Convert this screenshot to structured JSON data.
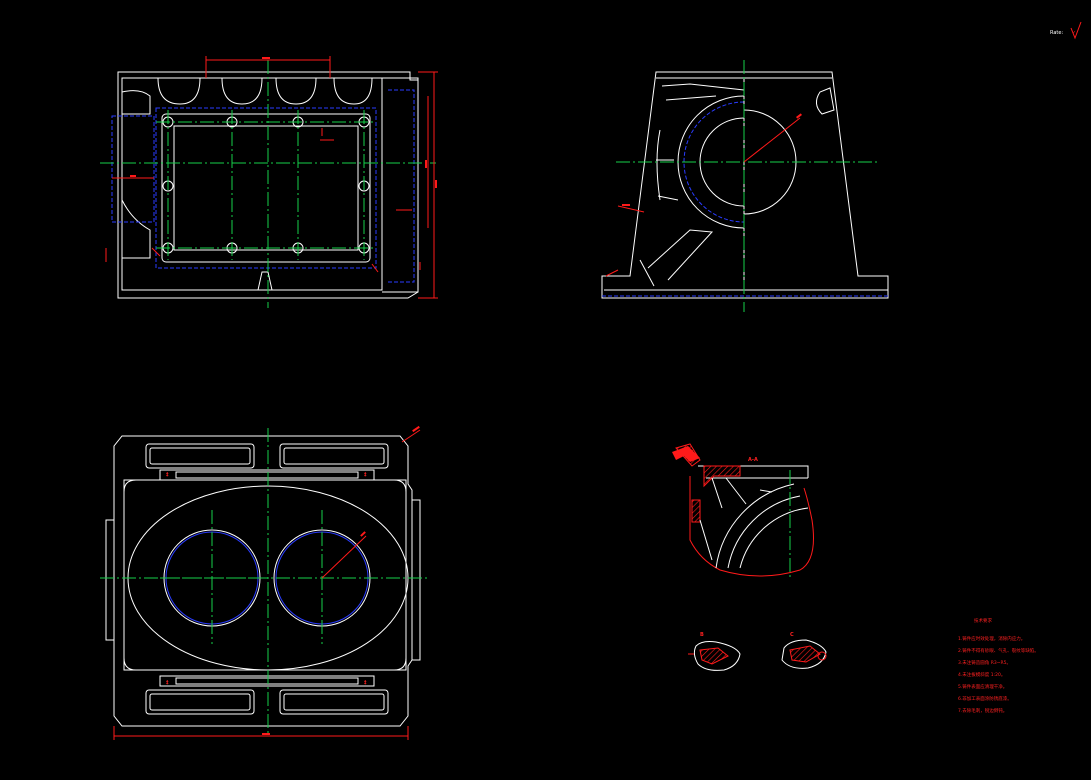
{
  "title_block": {
    "scale_label": "Rate:",
    "mark": "✓"
  },
  "colors": {
    "background": "#000000",
    "outline": "#ffffff",
    "hidden_line": "#2a3cff",
    "center_line": "#16d04a",
    "dimension": "#ff1a1a"
  },
  "section_label": "A-A",
  "detail_labels": [
    "B",
    "C"
  ],
  "notes": {
    "heading": "技术要求",
    "lines": [
      "1.铸件应时效处理，消除内应力。",
      "2.铸件不得有砂眼、气孔、裂纹等缺陷。",
      "3.未注铸造圆角 R3~R5。",
      "4.未注拔模斜度 1:20。",
      "5.铸件表面应清理干净。",
      "6.非加工表面涂防锈底漆。",
      "7.去除毛刺，锐边倒钝。"
    ]
  }
}
